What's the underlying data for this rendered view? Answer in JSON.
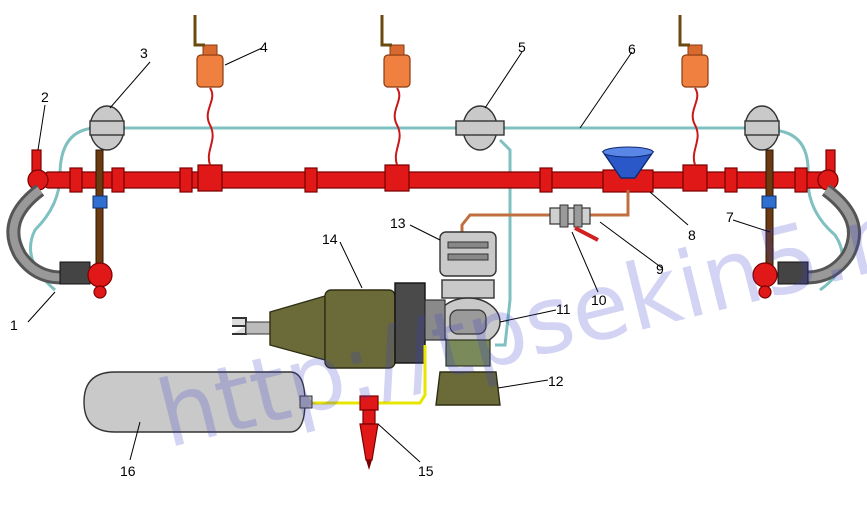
{
  "watermark": "http://tpsekin5.ru",
  "callouts": [
    {
      "id": "1",
      "label": "1"
    },
    {
      "id": "2",
      "label": "2"
    },
    {
      "id": "3",
      "label": "3"
    },
    {
      "id": "4",
      "label": "4"
    },
    {
      "id": "5",
      "label": "5"
    },
    {
      "id": "6",
      "label": "6"
    },
    {
      "id": "7",
      "label": "7"
    },
    {
      "id": "8",
      "label": "8"
    },
    {
      "id": "9",
      "label": "9"
    },
    {
      "id": "10",
      "label": "10"
    },
    {
      "id": "11",
      "label": "11"
    },
    {
      "id": "12",
      "label": "12"
    },
    {
      "id": "13",
      "label": "13"
    },
    {
      "id": "14",
      "label": "14"
    },
    {
      "id": "15",
      "label": "15"
    },
    {
      "id": "16",
      "label": "16"
    }
  ],
  "colors": {
    "main_pipe": "#e01818",
    "pneumatic_line": "#8fc9c9",
    "fuel_line": "#e6e600",
    "copper_line": "#d08050",
    "valve_orange": "#f08040",
    "hopper_blue": "#2050c0",
    "cylinder_gray": "#c9c9c9",
    "actuator_olive": "#6b6b3a"
  }
}
